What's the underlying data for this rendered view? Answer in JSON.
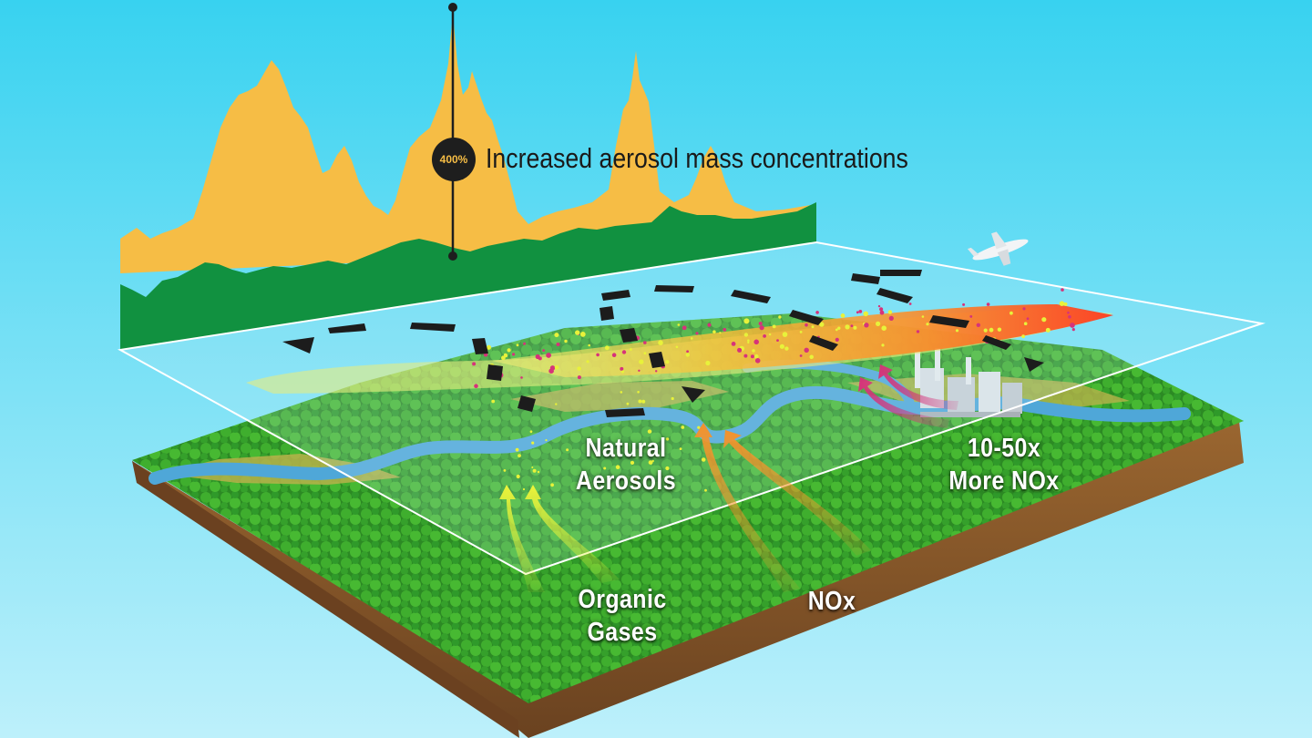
{
  "chart": {
    "badge_text": "400%",
    "headline": "Increased aerosol mass concentrations"
  },
  "labels": {
    "natural_aerosols": [
      "Natural",
      "Aerosols"
    ],
    "more_nox": [
      "10-50x",
      "More NOx"
    ],
    "organic_gases": [
      "Organic",
      "Gases"
    ],
    "nox": "NOx"
  },
  "colors": {
    "sky_top": "#38d2f0",
    "sky_bottom": "#b6eefa",
    "aerosol_fill": "#f6bd45",
    "baseline_fill": "#119140",
    "forest": "#2f9a2a",
    "river": "#4fa7d8",
    "soil": "#8a5a2a",
    "plume_hot": "#ff3b1f",
    "organic_arrow": "#e8f23a",
    "nox_arrow": "#f59a2b",
    "urban_arrow": "#d6337a"
  },
  "icons": [
    "airplane-icon",
    "power-plant-icon",
    "wind-arrow-icon"
  ]
}
